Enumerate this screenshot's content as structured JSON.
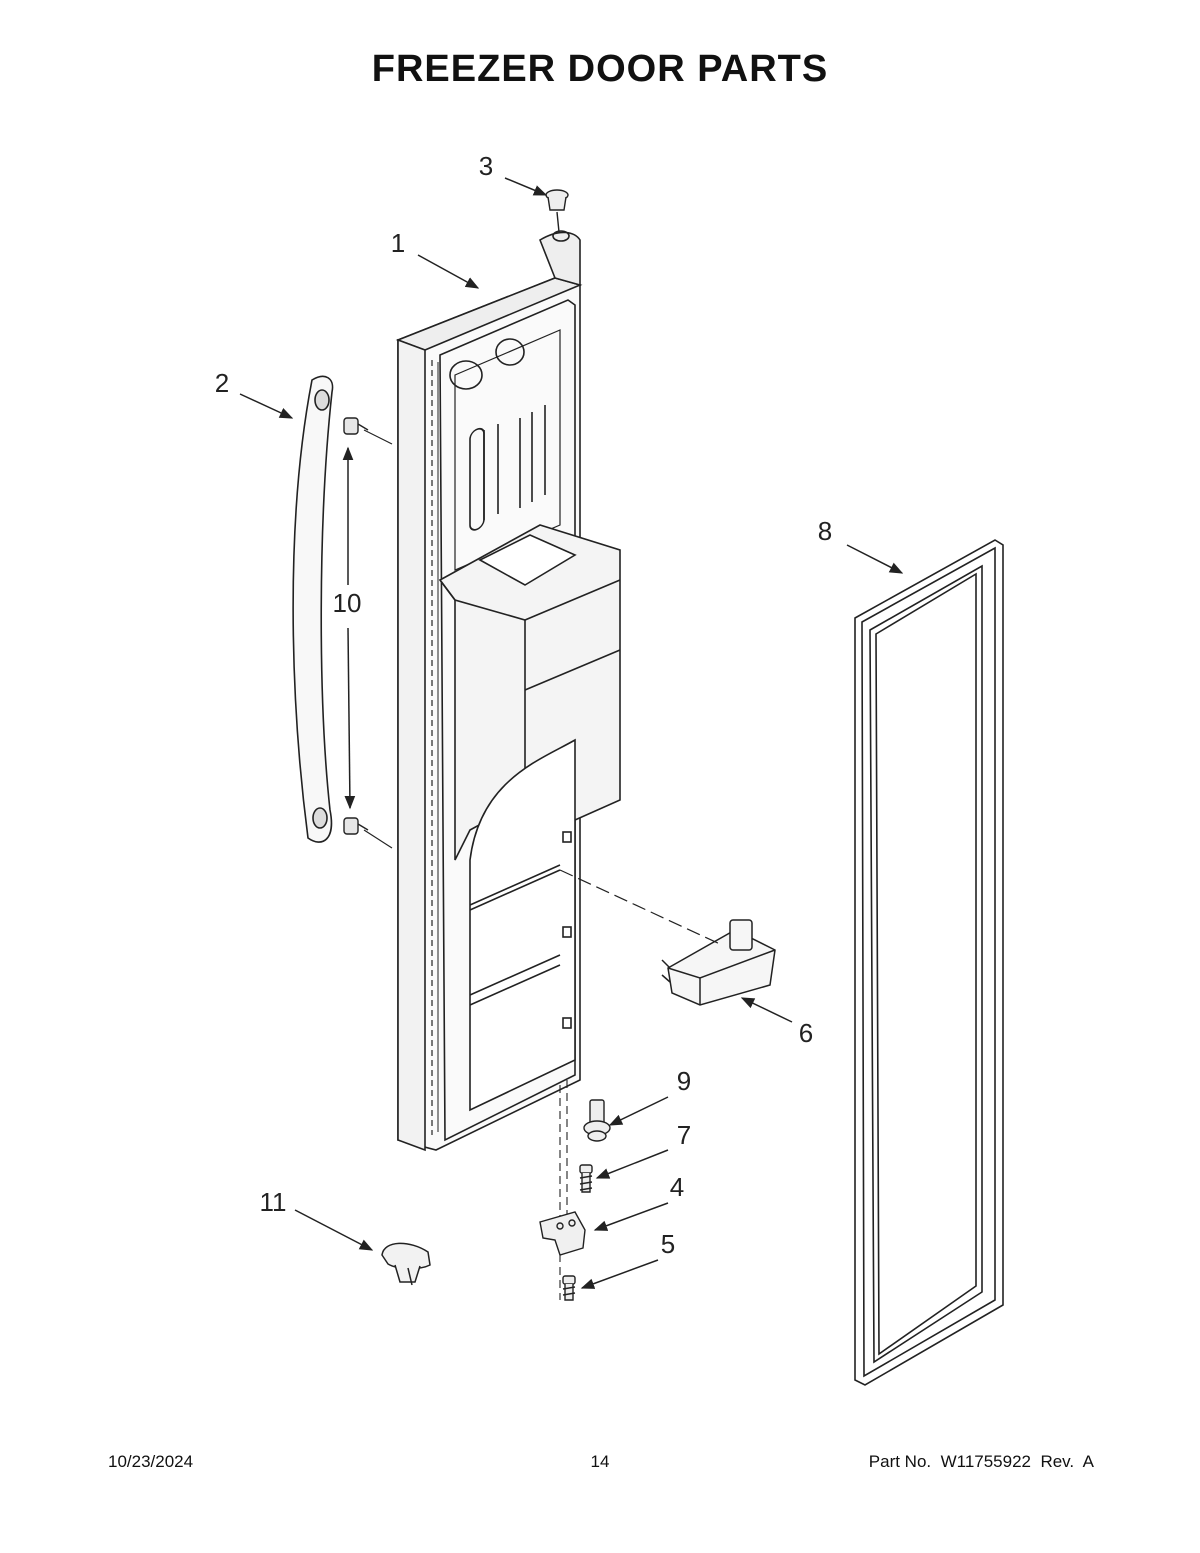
{
  "page": {
    "title": "FREEZER DOOR PARTS"
  },
  "callouts": {
    "c1": "1",
    "c2": "2",
    "c3": "3",
    "c4": "4",
    "c5": "5",
    "c6": "6",
    "c7": "7",
    "c8": "8",
    "c9": "9",
    "c10": "10",
    "c11": "11"
  },
  "footer": {
    "date": "10/23/2024",
    "page_number": "14",
    "part_info": "Part No.  W11755922  Rev.  A"
  }
}
